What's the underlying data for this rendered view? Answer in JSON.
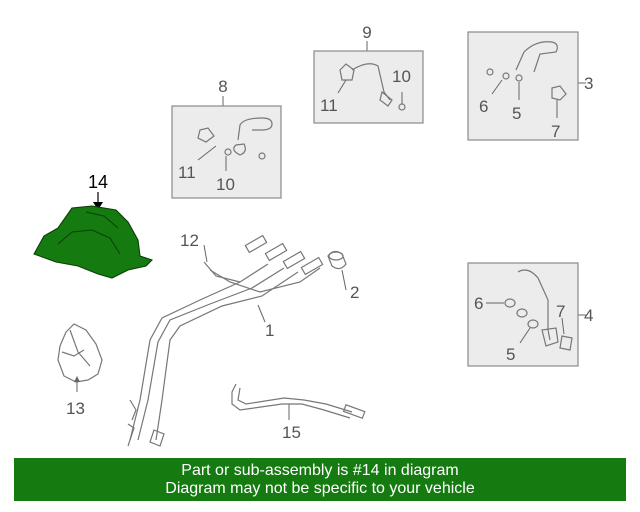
{
  "callouts": {
    "c1": "1",
    "c2": "2",
    "c3": "3",
    "c4": "4",
    "c5a": "5",
    "c5b": "5",
    "c6a": "6",
    "c6b": "6",
    "c7a": "7",
    "c7b": "7",
    "c8": "8",
    "c9": "9",
    "c10a": "10",
    "c10b": "10",
    "c11a": "11",
    "c11b": "11",
    "c12": "12",
    "c13": "13",
    "c14": "14",
    "c15": "15"
  },
  "highlight_color": "#157a10",
  "banner": {
    "line1": "Part or sub-assembly is #14 in diagram",
    "line2": "Diagram may not be specific to your vehicle"
  }
}
